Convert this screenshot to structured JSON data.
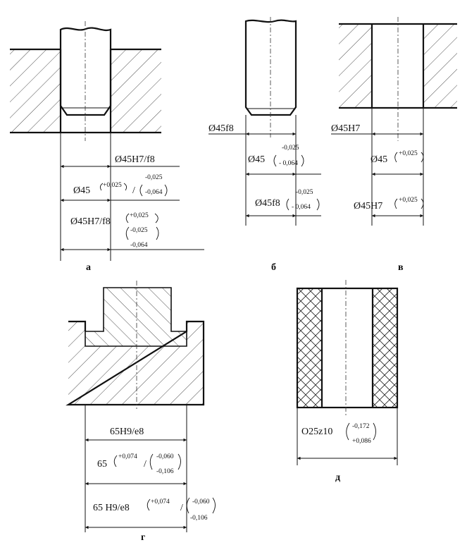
{
  "panel_a": {
    "caption": "а",
    "fit_label": "Ø45H7/f8",
    "line2_base": "Ø45",
    "line2_hole_upper": "+0,025",
    "line2_separator": "/",
    "line2_shaft_upper": "-0,025",
    "line2_shaft_lower": "-0,064",
    "line3_base": "Ø45H7/f8",
    "line3_hole_upper": "+0,025",
    "line3_shaft_upper": "-0,025",
    "line3_shaft_lower": "-0,064"
  },
  "panel_b": {
    "caption": "б",
    "label1": "Ø45f8",
    "label2_base": "Ø45",
    "label2_upper": "-0,025",
    "label2_lower": "- 0,064",
    "label3_base": "Ø45f8",
    "label3_upper": "-0,025",
    "label3_lower": "- 0,064"
  },
  "panel_v": {
    "caption": "в",
    "label1": "Ø45H7",
    "label2_base": "Ø45",
    "label2_upper": "+0,025",
    "label3_base": "Ø45H7",
    "label3_upper": "+0,025"
  },
  "panel_g": {
    "caption": "г",
    "label1": "65H9/e8",
    "label2_base": "65",
    "label2_hole_upper": "+0,074",
    "label2_separator": "/",
    "label2_shaft_upper": "-0,060",
    "label2_shaft_lower": "-0,106",
    "label3_base": "65 H9/e8",
    "label3_hole_upper": "+0,074",
    "label3_separator": "/",
    "label3_shaft_upper": "-0,060",
    "label3_shaft_lower": "-0,106"
  },
  "panel_d": {
    "caption": "д",
    "label_base": "O25z10",
    "label_upper": "-0,172",
    "label_lower": "+0,086"
  }
}
